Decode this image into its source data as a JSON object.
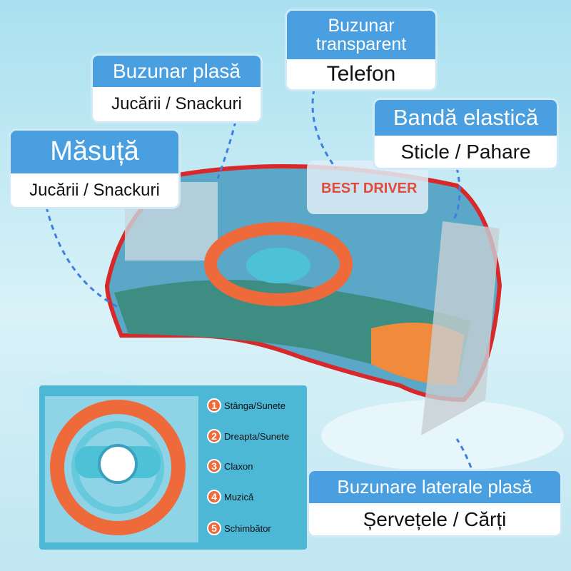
{
  "callouts": {
    "masuta": {
      "title": "Măsuță",
      "subtitle": "Jucării / Snackuri"
    },
    "buzunar_plasa": {
      "title": "Buzunar plasă",
      "subtitle": "Jucării / Snackuri"
    },
    "buzunar_transparent": {
      "title": "Buzunar transparent",
      "subtitle": "Telefon"
    },
    "banda_elastica": {
      "title": "Bandă elastică",
      "subtitle": "Sticle / Pahare"
    },
    "buzunare_laterale": {
      "title": "Buzunare laterale  plasă",
      "subtitle": "Șervețele / Cărți"
    }
  },
  "product_print": "BEST DRIVER",
  "steering_legend": [
    {
      "n": "1",
      "label": "Stânga/Sunete"
    },
    {
      "n": "2",
      "label": "Dreapta/Sunete"
    },
    {
      "n": "3",
      "label": "Claxon"
    },
    {
      "n": "4",
      "label": "Muzică"
    },
    {
      "n": "5",
      "label": "Schimbător"
    }
  ],
  "colors": {
    "callout_blue": "#4a9fe0",
    "tray_red": "#d8282a",
    "panel": "#4db8d5"
  }
}
